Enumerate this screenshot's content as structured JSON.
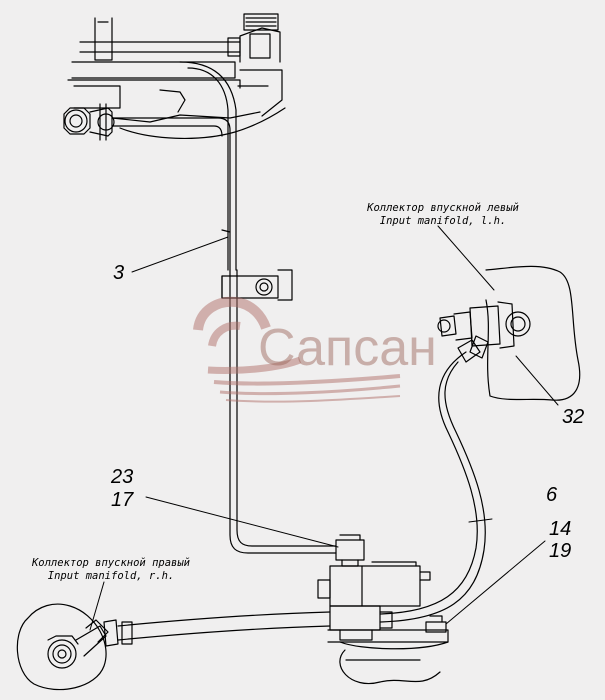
{
  "labels": {
    "part_3": "3",
    "part_23": "23",
    "part_17": "17",
    "part_6": "6",
    "part_14": "14",
    "part_19": "19",
    "part_32": "32"
  },
  "captions": {
    "left_manifold_ru": "Коллектор впускной левый",
    "left_manifold_en": "Input manifold, l.h.",
    "right_manifold_ru": "Коллектор впускной правый",
    "right_manifold_en": "Input manifold, r.h."
  },
  "watermark": {
    "text": "Сапсан",
    "color": "#b0706a"
  },
  "colors": {
    "line": "#000000",
    "background": "#f0efef"
  }
}
